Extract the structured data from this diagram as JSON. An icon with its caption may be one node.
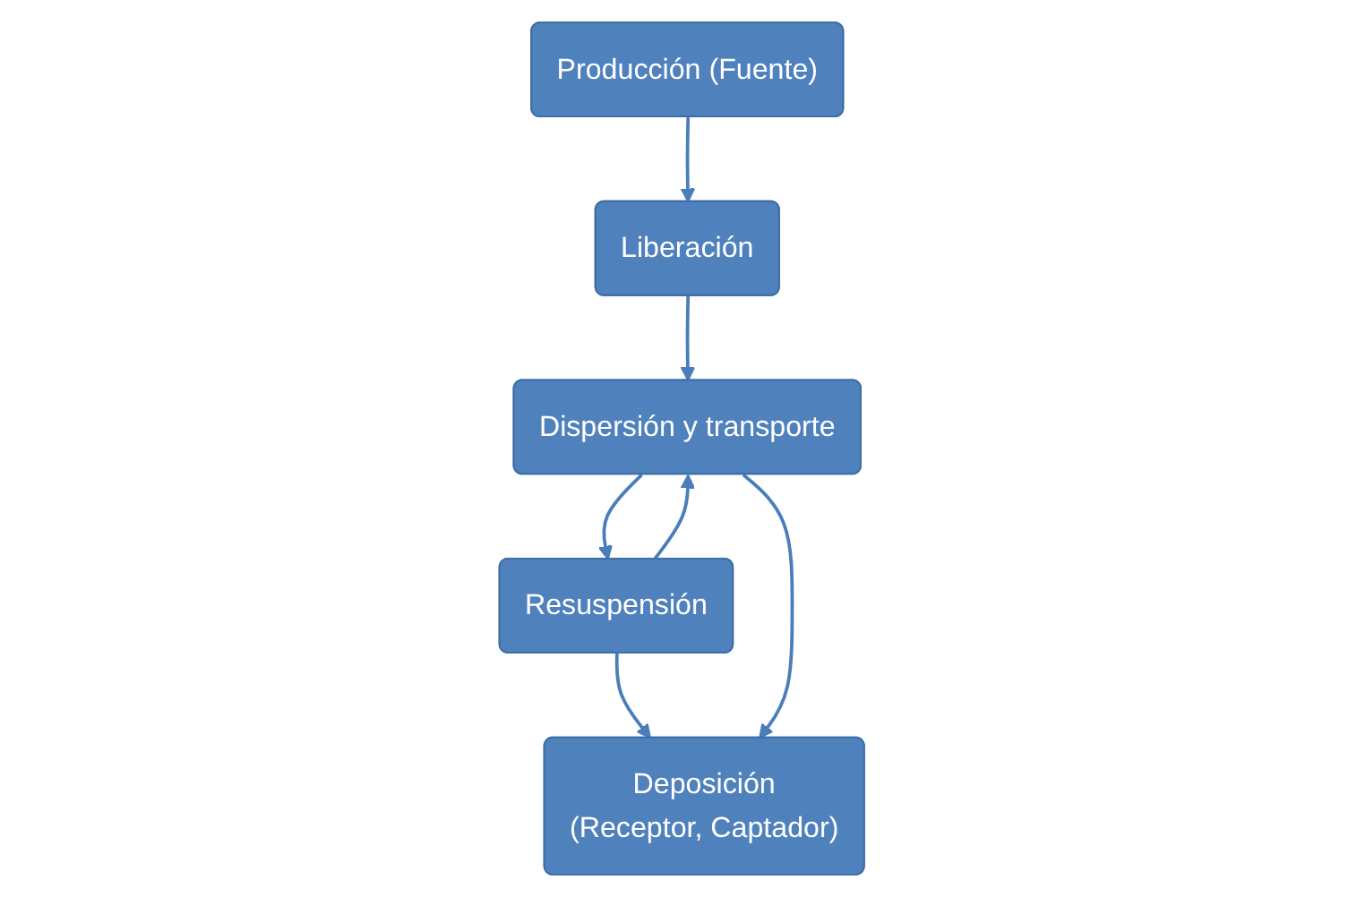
{
  "diagram": {
    "nodes": [
      {
        "text": [
          "Dispersión y transporte"
        ]
      },
      {
        "text": [
          "Resuspensión"
        ]
      },
      {
        "text": [
          "Liberación"
        ]
      },
      {
        "text": [
          "Producción (Fuente)"
        ]
      },
      {
        "text": [
          "Deposición",
          "(Receptor, Captador)"
        ]
      }
    ],
    "edges": [
      {
        "from": 3,
        "to": 2,
        "arrow": "to"
      },
      {
        "from": 2,
        "to": 0,
        "arrow": "to"
      },
      {
        "from": 0,
        "to": 1,
        "arrow": "to"
      },
      {
        "from": 1,
        "to": 4,
        "arrow": "to"
      },
      {
        "from": 0,
        "to": 4,
        "arrow": "to"
      },
      {
        "from": 1,
        "to": 0,
        "arrow": "to"
      }
    ]
  }
}
